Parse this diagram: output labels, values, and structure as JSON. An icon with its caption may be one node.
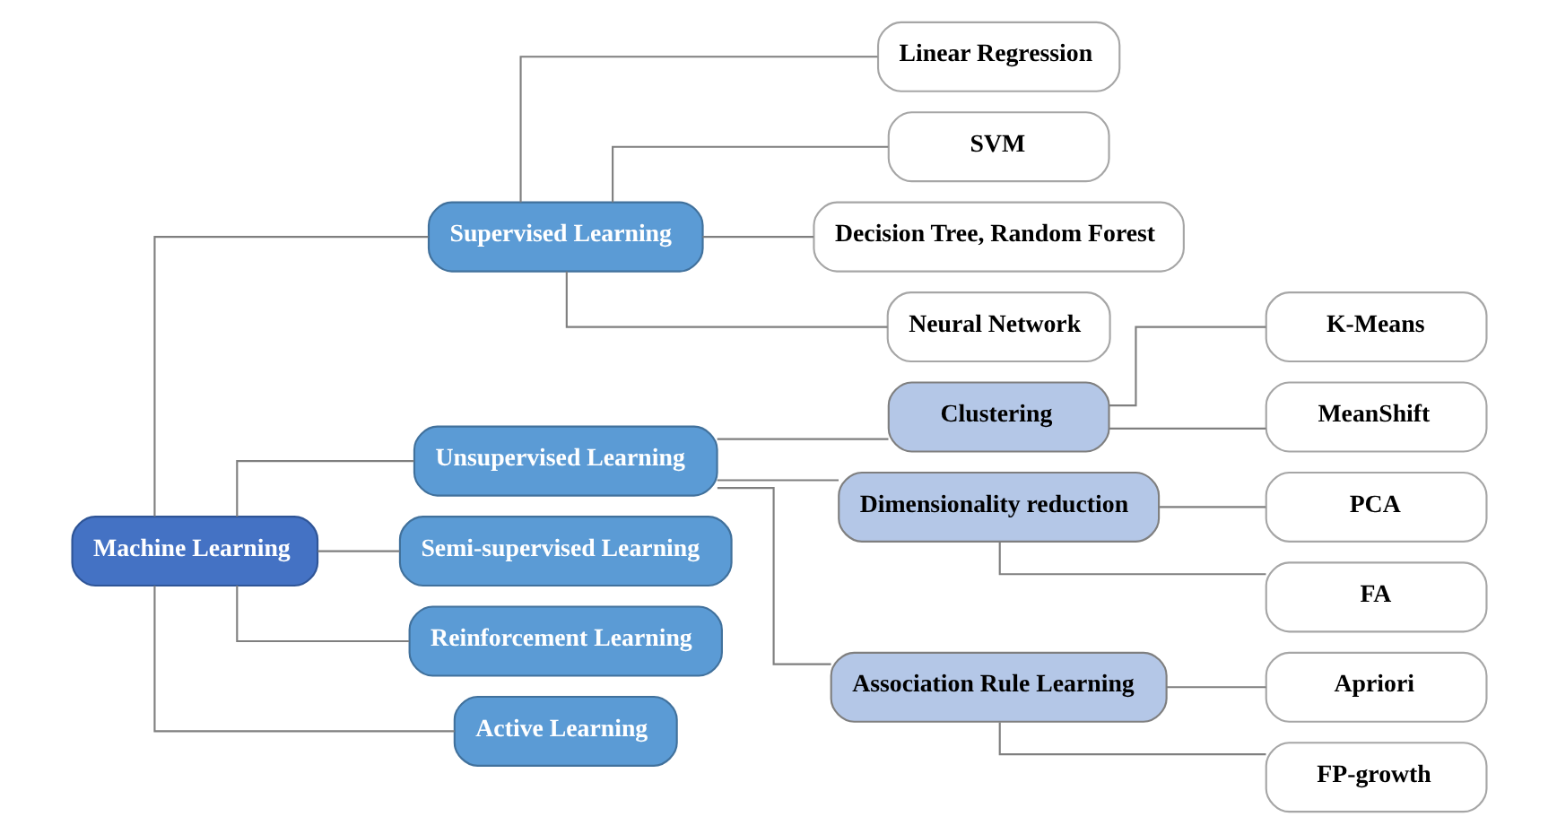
{
  "diagram": {
    "nodes": [
      {
        "text": [
          "Machine Learning"
        ]
      },
      {
        "text": [
          "Supervised Learning"
        ]
      },
      {
        "text": [
          "Unsupervised Learning"
        ]
      },
      {
        "text": [
          "Semi-supervised Learning"
        ]
      },
      {
        "text": [
          "Reinforcement Learning"
        ]
      },
      {
        "text": [
          "Active Learning"
        ]
      },
      {
        "text": [
          "Linear Regression"
        ]
      },
      {
        "text": [
          "SVM"
        ]
      },
      {
        "text": [
          "Decision Tree, Random Forest"
        ]
      },
      {
        "text": [
          "Neural Network"
        ]
      },
      {
        "text": [
          "Clustering"
        ]
      },
      {
        "text": [
          "K-Means"
        ]
      },
      {
        "text": [
          "MeanShift"
        ]
      },
      {
        "text": [
          "Dimensionality reduction"
        ]
      },
      {
        "text": [
          "PCA"
        ]
      },
      {
        "text": [
          "FA"
        ]
      },
      {
        "text": [
          "Association Rule Learning"
        ]
      },
      {
        "text": [
          "Apriori"
        ]
      },
      {
        "text": [
          "FP-growth"
        ]
      }
    ],
    "edges": [
      {
        "from": 0,
        "to": 1,
        "arrow": "none"
      },
      {
        "from": 0,
        "to": 2,
        "arrow": "none"
      },
      {
        "from": 0,
        "to": 3,
        "arrow": "none"
      },
      {
        "from": 0,
        "to": 4,
        "arrow": "none"
      },
      {
        "from": 0,
        "to": 5,
        "arrow": "none"
      },
      {
        "from": 1,
        "to": 6,
        "arrow": "none"
      },
      {
        "from": 1,
        "to": 7,
        "arrow": "none"
      },
      {
        "from": 1,
        "to": 8,
        "arrow": "none"
      },
      {
        "from": 1,
        "to": 9,
        "arrow": "none"
      },
      {
        "from": 2,
        "to": 10,
        "arrow": "none"
      },
      {
        "from": 2,
        "to": 13,
        "arrow": "none"
      },
      {
        "from": 2,
        "to": 16,
        "arrow": "none"
      },
      {
        "from": 10,
        "to": 11,
        "arrow": "none"
      },
      {
        "from": 10,
        "to": 12,
        "arrow": "none"
      },
      {
        "from": 13,
        "to": 14,
        "arrow": "none"
      },
      {
        "from": 13,
        "to": 15,
        "arrow": "none"
      },
      {
        "from": 16,
        "to": 17,
        "arrow": "none"
      },
      {
        "from": 16,
        "to": 18,
        "arrow": "none"
      }
    ]
  }
}
